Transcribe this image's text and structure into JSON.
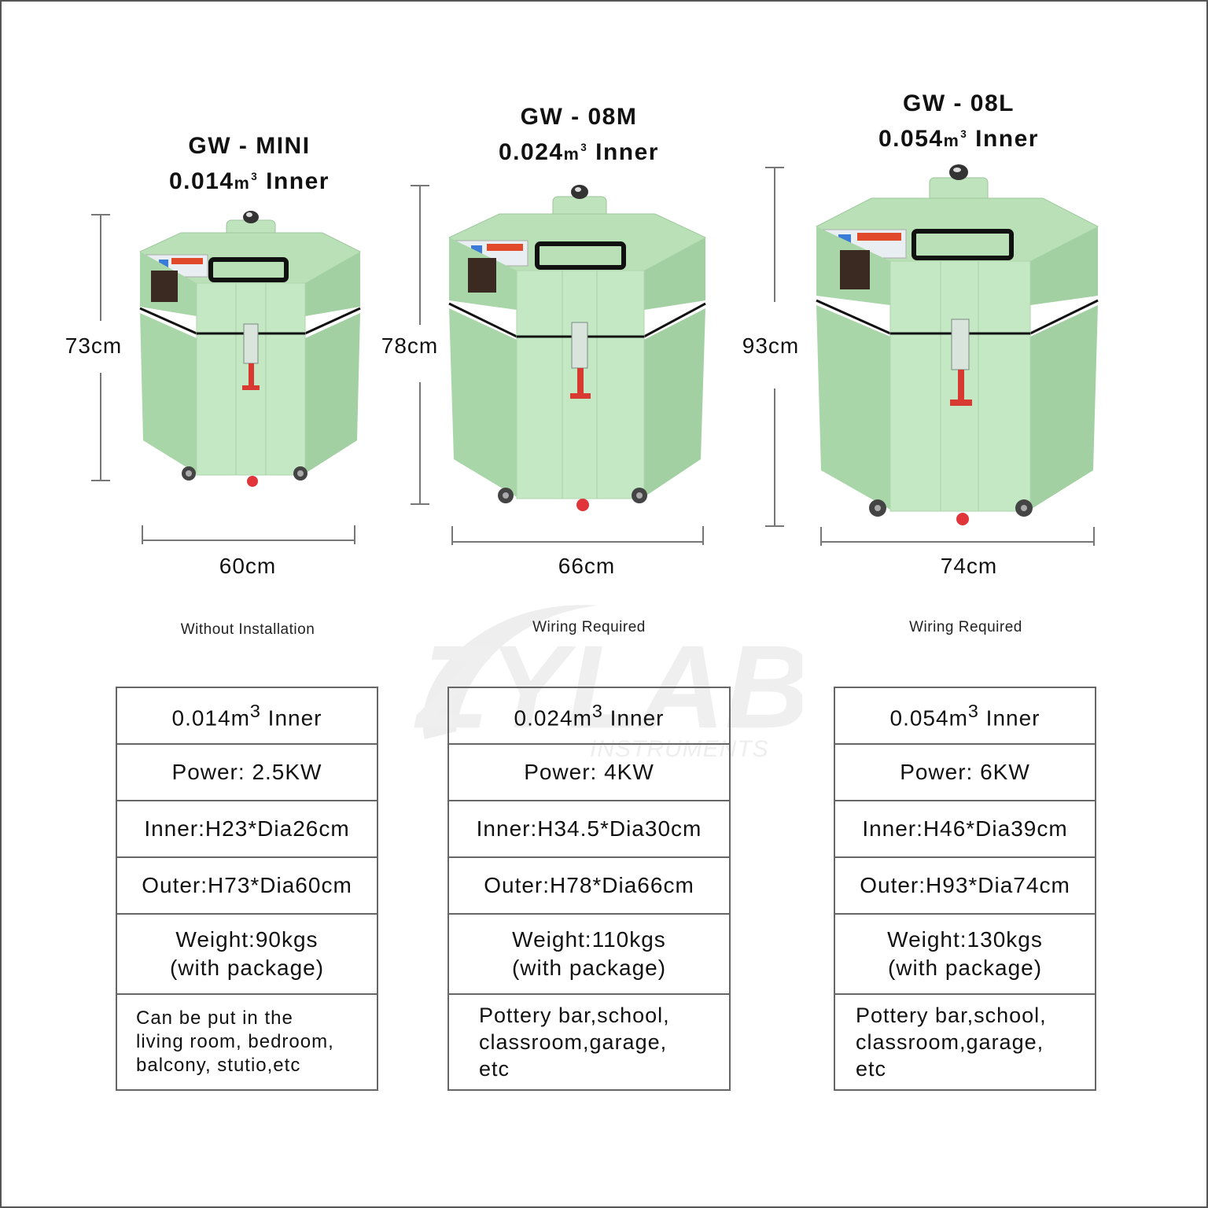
{
  "watermark": {
    "brand": "ZYLAB",
    "sub": "INSTRUMENTS"
  },
  "products": [
    {
      "model": "GW - MINI",
      "volume_title": "0.014",
      "volume_unit": "m",
      "volume_exp": "3",
      "volume_suffix": "Inner",
      "height_label": "73cm",
      "width_label": "60cm",
      "note": "Without Installation",
      "spec": {
        "volume": "0.014",
        "volume_unit": "m",
        "volume_exp": "3",
        "volume_suffix": "Inner",
        "power": "Power: 2.5KW",
        "inner": "Inner:H23*Dia26",
        "inner_unit": "cm",
        "outer": "Outer:H73*Dia60",
        "outer_unit": "cm",
        "weight_line1": "Weight:90kgs",
        "weight_line2": "(with package)",
        "usage_lines": [
          "Can be put in the",
          "living room, bedroom,",
          "balcony, stutio,etc"
        ]
      }
    },
    {
      "model": "GW - 08M",
      "volume_title": "0.024",
      "volume_unit": "m",
      "volume_exp": "3",
      "volume_suffix": "Inner",
      "height_label": "78cm",
      "width_label": "66cm",
      "note": "Wiring Required",
      "spec": {
        "volume": "0.024",
        "volume_unit": "m",
        "volume_exp": "3",
        "volume_suffix": "Inner",
        "power": "Power: 4KW",
        "inner": "Inner:H34.5*Dia30",
        "inner_unit": "cm",
        "outer": "Outer:H78*Dia66",
        "outer_unit": "cm",
        "weight_line1": "Weight:110kgs",
        "weight_line2": "(with package)",
        "usage_lines": [
          "Pottery bar,school,",
          "classroom,garage,",
          "etc"
        ]
      }
    },
    {
      "model": "GW - 08L",
      "volume_title": "0.054",
      "volume_unit": "m",
      "volume_exp": "3",
      "volume_suffix": "Inner",
      "height_label": "93cm",
      "width_label": "74cm",
      "note": "Wiring Required",
      "spec": {
        "volume": "0.054",
        "volume_unit": "m",
        "volume_exp": "3",
        "volume_suffix": "Inner",
        "power": "Power: 6KW",
        "inner": "Inner:H46*Dia39",
        "inner_unit": "cm",
        "outer": "Outer:H93*Dia74",
        "outer_unit": "cm",
        "weight_line1": "Weight:130kgs",
        "weight_line2": "(with package)",
        "usage_lines": [
          "Pottery bar,school,",
          "classroom,garage,",
          "etc"
        ]
      }
    }
  ],
  "colors": {
    "kiln_body": "#a9d6a8",
    "kiln_front": "#c4e8c3",
    "kiln_top": "#b9e0b7",
    "latch_red": "#d83a32",
    "handle": "#111111",
    "dimension_line": "#777777",
    "table_border": "#666666"
  }
}
